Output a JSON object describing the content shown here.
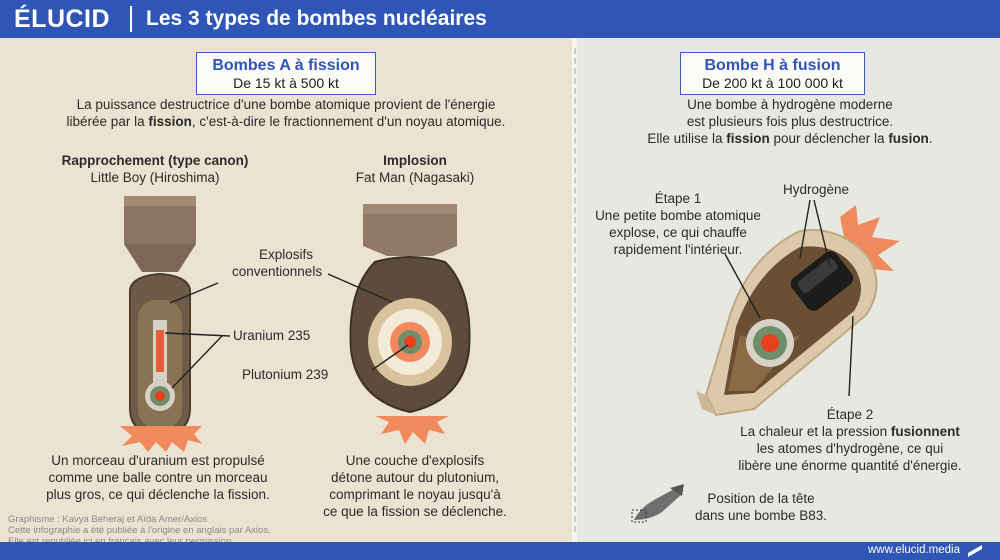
{
  "header": {
    "logo": "ÉLUCID",
    "title": "Les 3 types de bombes nucléaires"
  },
  "left": {
    "box_title": "Bombes A à fission",
    "box_subtitle": "De 15 kt à 500 kt",
    "intro_1": "La puissance destructrice d'une bombe atomique provient de l'énergie",
    "intro_2a": "libérée par la ",
    "intro_2b": "fission",
    "intro_2c": ", c'est-à-dire le fractionnement d'un noyau atomique.",
    "gun": {
      "heading": "Rapprochement (type canon)",
      "name": "Little Boy (Hiroshima)",
      "desc_1": "Un morceau d'uranium est propulsé",
      "desc_2": "comme une balle contre un morceau",
      "desc_3": "plus gros, ce qui déclenche la fission."
    },
    "implosion": {
      "heading": "Implosion",
      "name": "Fat Man (Nagasaki)",
      "desc_1": "Une couche d'explosifs",
      "desc_2": "détone autour du plutonium,",
      "desc_3": "comprimant le noyau jusqu'à",
      "desc_4": "ce que la fission se déclenche."
    },
    "labels": {
      "explosives_1": "Explosifs",
      "explosives_2": "conventionnels",
      "uranium": "Uranium 235",
      "plutonium": "Plutonium 239"
    },
    "credit_1": "Graphisme : Kavya Beheraj et Aïda Amer/Axios",
    "credit_2": "Cette infographie a été publiée à l'origine en anglais par Axios.",
    "credit_3": "Elle est republiée ici en français avec leur permission."
  },
  "right": {
    "box_title": "Bombe H à fusion",
    "box_subtitle": "De 200 kt à 100 000 kt",
    "intro_1": "Une bombe à hydrogène moderne",
    "intro_2": "est plusieurs fois plus destructrice.",
    "intro_3a": "Elle utilise la ",
    "intro_3b": "fission",
    "intro_3c": " pour déclencher la ",
    "intro_3d": "fusion",
    "intro_3e": ".",
    "step1_title": "Étape 1",
    "step1_1": "Une petite bombe atomique",
    "step1_2": "explose, ce qui chauffe",
    "step1_3": "rapidement l'intérieur.",
    "hydrogen": "Hydrogène",
    "step2_title": "Étape 2",
    "step2_1a": "La chaleur et la pression ",
    "step2_1b": "fusionnent",
    "step2_2": "les atomes d'hydrogène, ce qui",
    "step2_3": "libère une énorme quantité d'énergie.",
    "position_1": "Position de la tête",
    "position_2": "dans une bombe B83."
  },
  "footer": {
    "site": "www.elucid.media"
  },
  "colors": {
    "brand_blue": "#2f56b6",
    "panel_left": "#ebe2d1",
    "panel_right": "#e7e8e2",
    "burst_orange": "#f08a5d",
    "core_red": "#e8401f"
  }
}
